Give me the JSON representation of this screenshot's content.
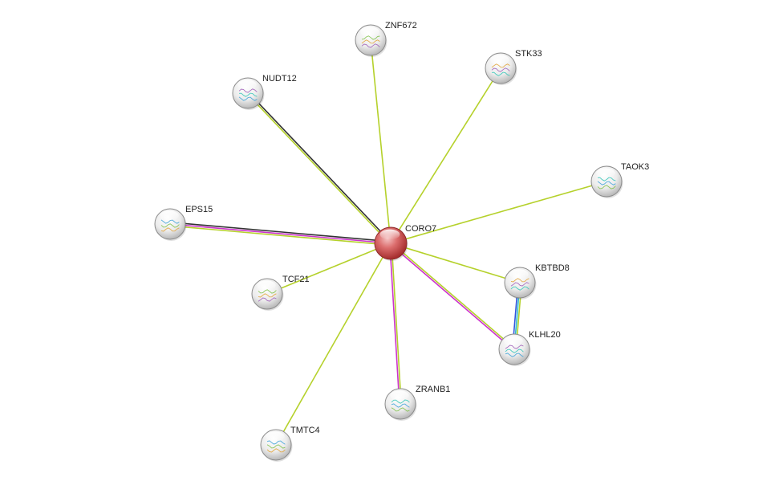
{
  "network": {
    "center": "CORO7",
    "nodes": [
      {
        "id": "CORO7",
        "label": "CORO7",
        "query": true
      },
      {
        "id": "ZNF672",
        "label": "ZNF672"
      },
      {
        "id": "STK33",
        "label": "STK33"
      },
      {
        "id": "NUDT12",
        "label": "NUDT12"
      },
      {
        "id": "TAOK3",
        "label": "TAOK3"
      },
      {
        "id": "EPS15",
        "label": "EPS15"
      },
      {
        "id": "TCF21",
        "label": "TCF21"
      },
      {
        "id": "KBTBD8",
        "label": "KBTBD8"
      },
      {
        "id": "KLHL20",
        "label": "KLHL20"
      },
      {
        "id": "ZRANB1",
        "label": "ZRANB1"
      },
      {
        "id": "TMTC4",
        "label": "TMTC4"
      }
    ],
    "edges": [
      {
        "source": "CORO7",
        "target": "ZNF672",
        "colors": [
          "#b5d12b"
        ]
      },
      {
        "source": "CORO7",
        "target": "STK33",
        "colors": [
          "#b5d12b"
        ]
      },
      {
        "source": "CORO7",
        "target": "NUDT12",
        "colors": [
          "#b5d12b",
          "#333333"
        ]
      },
      {
        "source": "CORO7",
        "target": "TAOK3",
        "colors": [
          "#b5d12b"
        ]
      },
      {
        "source": "CORO7",
        "target": "EPS15",
        "colors": [
          "#b5d12b",
          "#cc33cc",
          "#333333"
        ]
      },
      {
        "source": "CORO7",
        "target": "TCF21",
        "colors": [
          "#b5d12b"
        ]
      },
      {
        "source": "CORO7",
        "target": "KBTBD8",
        "colors": [
          "#b5d12b"
        ]
      },
      {
        "source": "CORO7",
        "target": "KLHL20",
        "colors": [
          "#b5d12b",
          "#cc33cc"
        ]
      },
      {
        "source": "CORO7",
        "target": "ZRANB1",
        "colors": [
          "#b5d12b",
          "#cc33cc"
        ]
      },
      {
        "source": "CORO7",
        "target": "TMTC4",
        "colors": [
          "#b5d12b"
        ]
      },
      {
        "source": "KBTBD8",
        "target": "KLHL20",
        "colors": [
          "#b5d12b",
          "#33bbcc",
          "#3355dd"
        ]
      }
    ]
  }
}
